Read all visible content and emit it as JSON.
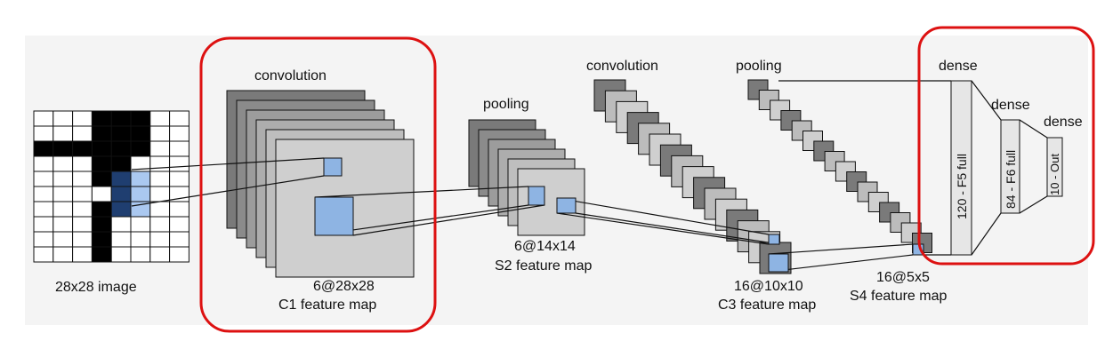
{
  "input": {
    "caption": "28x28 image",
    "pixels": [
      [
        0,
        0,
        0,
        1,
        1,
        1,
        0,
        0
      ],
      [
        0,
        0,
        0,
        1,
        1,
        1,
        0,
        0
      ],
      [
        1,
        1,
        1,
        1,
        1,
        1,
        0,
        0
      ],
      [
        0,
        0,
        0,
        1,
        1,
        0,
        0,
        0
      ],
      [
        0,
        0,
        0,
        1,
        0,
        0,
        0,
        0
      ],
      [
        0,
        0,
        0,
        0,
        0,
        0,
        0,
        0
      ],
      [
        0,
        0,
        0,
        1,
        0,
        0,
        0,
        0
      ],
      [
        0,
        0,
        0,
        1,
        0,
        0,
        0,
        0
      ],
      [
        0,
        0,
        0,
        1,
        0,
        0,
        0,
        0
      ],
      [
        0,
        0,
        0,
        1,
        0,
        0,
        0,
        0
      ]
    ]
  },
  "c1": {
    "op_label": "convolution",
    "size_label": "6@28x28",
    "caption": "C1 feature map"
  },
  "s2": {
    "op_label": "pooling",
    "size_label": "6@14x14",
    "caption": "S2 feature map"
  },
  "c3": {
    "op_label": "convolution",
    "size_label": "16@10x10",
    "caption": "C3 feature map"
  },
  "s4": {
    "op_label": "pooling",
    "size_label": "16@5x5",
    "caption": "S4 feature map"
  },
  "dense": {
    "f5": {
      "op_label": "dense",
      "bar_label": "120 - F5 full"
    },
    "f6": {
      "op_label": "dense",
      "bar_label": "84 - F6 full"
    },
    "out": {
      "op_label": "dense",
      "bar_label": "10 - Out"
    }
  },
  "colors": {
    "highlight_box": "#dd1111",
    "receptive_field": "#8eb4e3",
    "receptive_field_dark": "#4f6f9f",
    "map_light": "#cfcfcf",
    "map_dark": "#7a7a7a",
    "panel_bg": "#f4f4f4"
  }
}
